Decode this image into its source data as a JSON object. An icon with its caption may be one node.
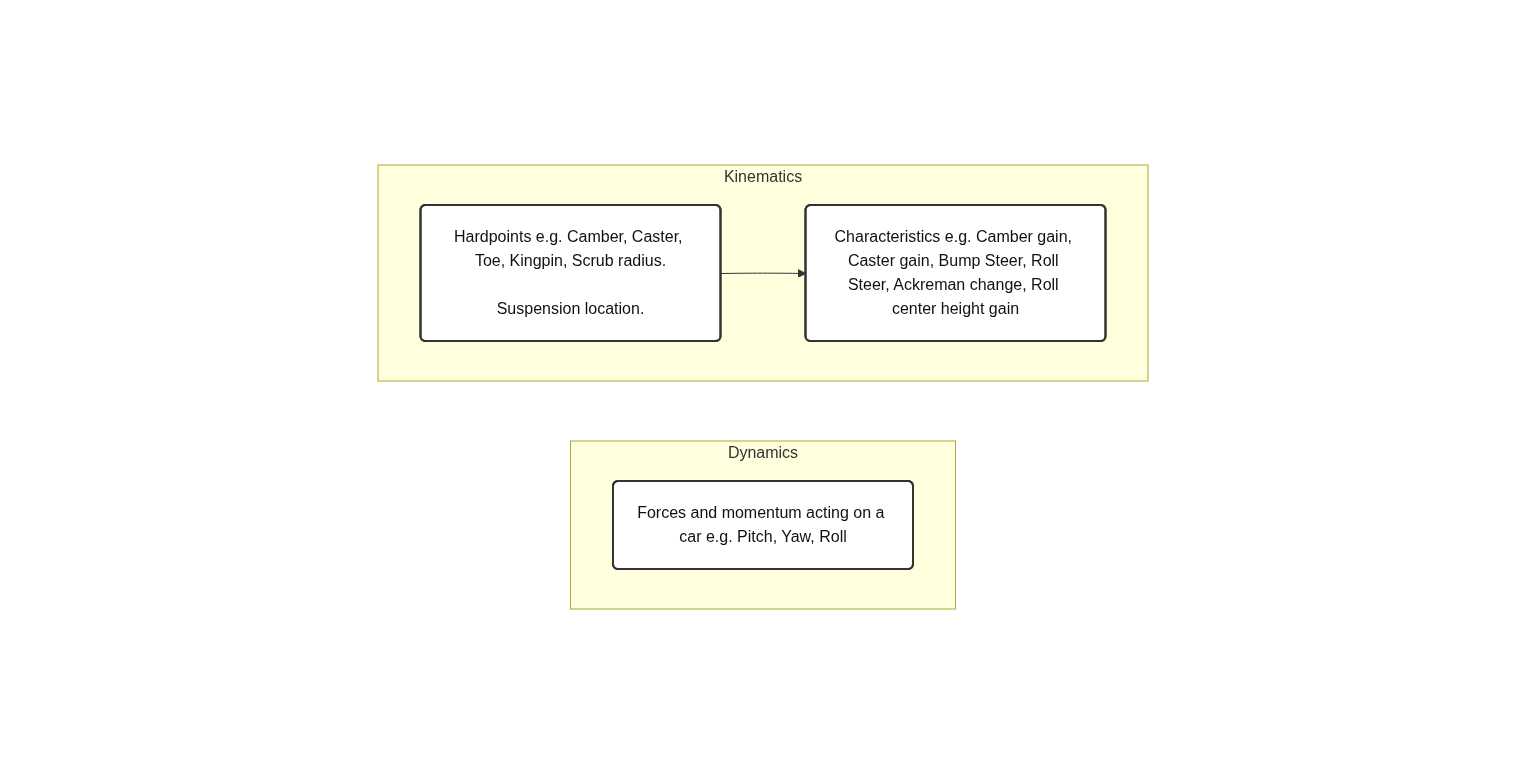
{
  "diagram": {
    "nodes": [
      {
        "text": [
          "Kinematics"
        ]
      },
      {
        "text": [
          "Hardpoints e.g. Camber, Caster, Toe, Kingpin, Scrub radius.",
          "Suspension location."
        ],
        "in": 0
      },
      {
        "text": [
          "Characteristics e.g. Camber gain, Caster gain, Bump Steer, Roll Steer, Ackreman change, Roll center height gain"
        ],
        "in": 0
      },
      {
        "text": [
          "Dynamics"
        ]
      },
      {
        "text": [
          "Forces and momentum acting on a car e.g. Pitch, Yaw, Roll"
        ],
        "in": 3
      }
    ],
    "edges": [
      {
        "from": 1,
        "to": 2,
        "arrow": "to"
      }
    ]
  }
}
